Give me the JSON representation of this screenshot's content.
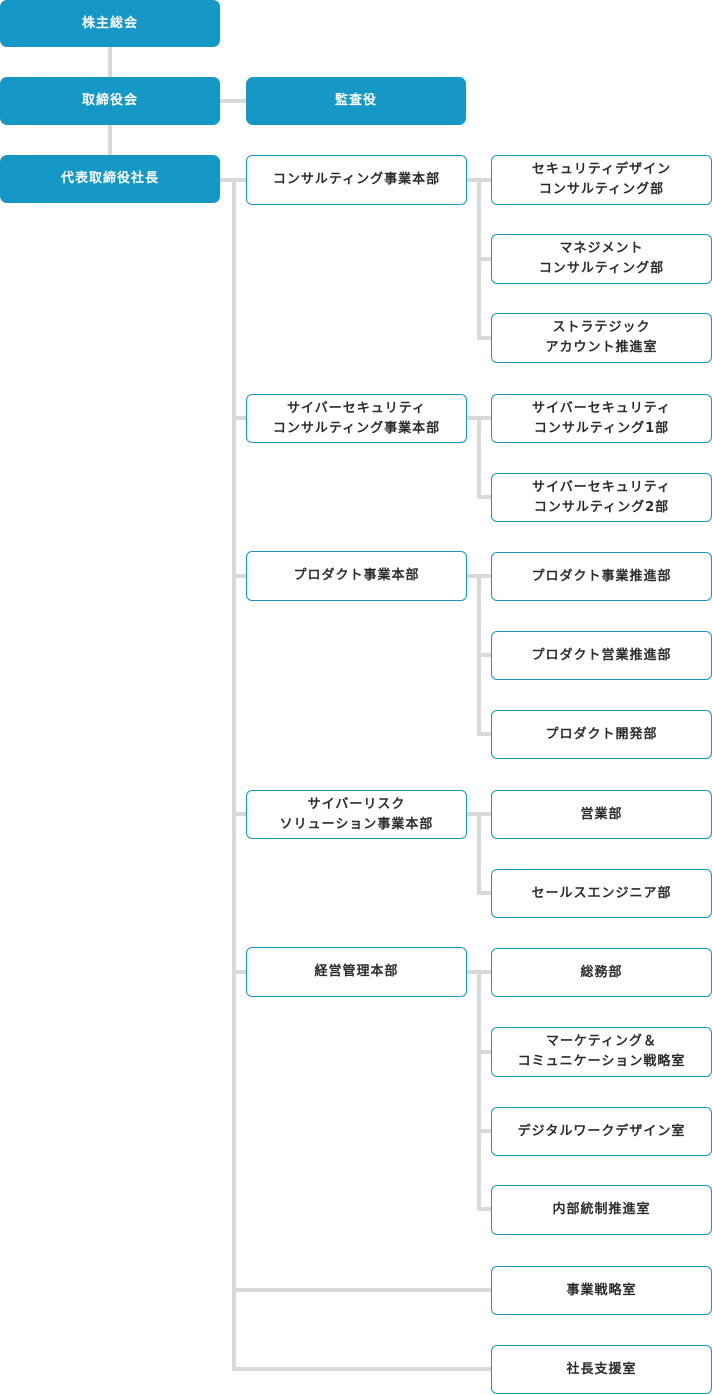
{
  "top_nodes": {
    "shareholders_meeting": "株主総会",
    "board_of_directors": "取締役会",
    "auditor": "監査役",
    "ceo": "代表取締役社長"
  },
  "divisions": {
    "consulting": {
      "label_lines": [
        "コンサルティング事業本部"
      ],
      "departments": [
        {
          "lines": [
            "セキュリティデザイン",
            "コンサルティング部"
          ]
        },
        {
          "lines": [
            "マネジメント",
            "コンサルティング部"
          ]
        },
        {
          "lines": [
            "ストラテジック",
            "アカウント推進室"
          ]
        }
      ]
    },
    "cyber_consulting": {
      "label_lines": [
        "サイバーセキュリティ",
        "コンサルティング事業本部"
      ],
      "departments": [
        {
          "lines": [
            "サイバーセキュリティ",
            "コンサルティング1部"
          ]
        },
        {
          "lines": [
            "サイバーセキュリティ",
            "コンサルティング2部"
          ]
        }
      ]
    },
    "product": {
      "label_lines": [
        "プロダクト事業本部"
      ],
      "departments": [
        {
          "lines": [
            "プロダクト事業推進部"
          ]
        },
        {
          "lines": [
            "プロダクト営業推進部"
          ]
        },
        {
          "lines": [
            "プロダクト開発部"
          ]
        }
      ]
    },
    "cyber_risk": {
      "label_lines": [
        "サイバーリスク",
        "ソリューション事業本部"
      ],
      "departments": [
        {
          "lines": [
            "営業部"
          ]
        },
        {
          "lines": [
            "セールスエンジニア部"
          ]
        }
      ]
    },
    "management": {
      "label_lines": [
        "経営管理本部"
      ],
      "departments": [
        {
          "lines": [
            "総務部"
          ]
        },
        {
          "lines": [
            "マーケティング＆",
            "コミュニケーション戦略室"
          ]
        },
        {
          "lines": [
            "デジタルワークデザイン室"
          ]
        },
        {
          "lines": [
            "内部統制推進室"
          ]
        }
      ]
    }
  },
  "direct_offices": {
    "business_strategy": "事業戦略室",
    "president_support": "社長支援室"
  }
}
